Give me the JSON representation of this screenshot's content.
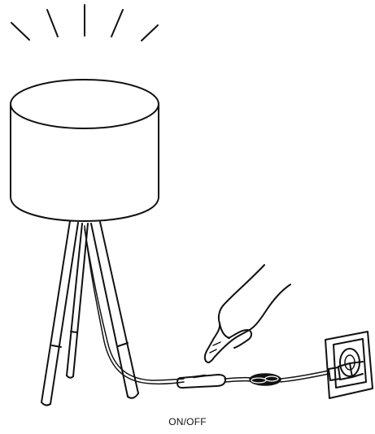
{
  "caption": "ON/OFF",
  "colors": {
    "line": "#111111",
    "background": "#ffffff"
  },
  "icons": [
    "light-rays",
    "lamp-shade",
    "tripod-legs",
    "power-cord",
    "inline-switch",
    "pointing-hand",
    "wall-socket",
    "plug"
  ]
}
